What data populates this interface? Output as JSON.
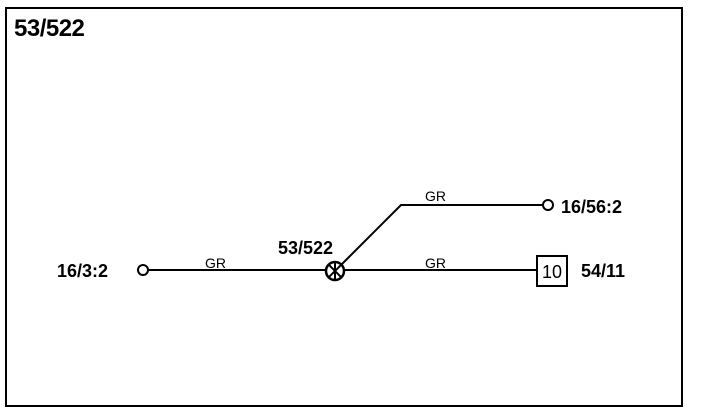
{
  "title": "53/522",
  "connectors": {
    "left": "16/3:2",
    "upper_right": "16/56:2",
    "right": "54/11",
    "right_pin": "10"
  },
  "splice": {
    "label": "53/522"
  },
  "wires": {
    "left_segment": "GR",
    "upper_segment": "GR",
    "lower_segment": "GR"
  }
}
